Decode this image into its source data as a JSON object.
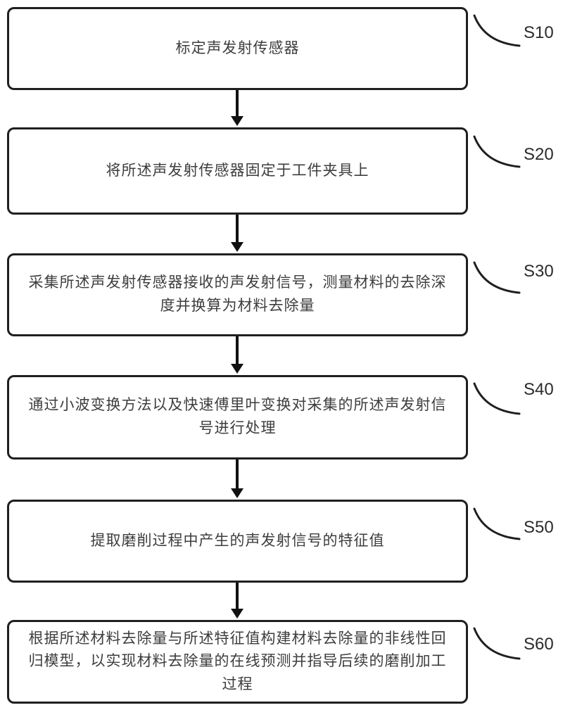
{
  "figure": {
    "background_color": "#ffffff",
    "box_border_color": "#1f1f1f",
    "arrow_color": "#111111",
    "text_color": "#3d3d3d"
  },
  "steps": [
    {
      "label": "S10",
      "text": "标定声发射传感器"
    },
    {
      "label": "S20",
      "text": "将所述声发射传感器固定于工件夹具上"
    },
    {
      "label": "S30",
      "text": "采集所述声发射传感器接收的声发射信号，测量材料的去除深度并换算为材料去除量"
    },
    {
      "label": "S40",
      "text": "通过小波变换方法以及快速傅里叶变换对采集的所述声发射信号进行处理"
    },
    {
      "label": "S50",
      "text": "提取磨削过程中产生的声发射信号的特征值"
    },
    {
      "label": "S60",
      "text": "根据所述材料去除量与所述特征值构建材料去除量的非线性回归模型，以实现材料去除量的在线预测并指导后续的磨削加工过程"
    }
  ]
}
